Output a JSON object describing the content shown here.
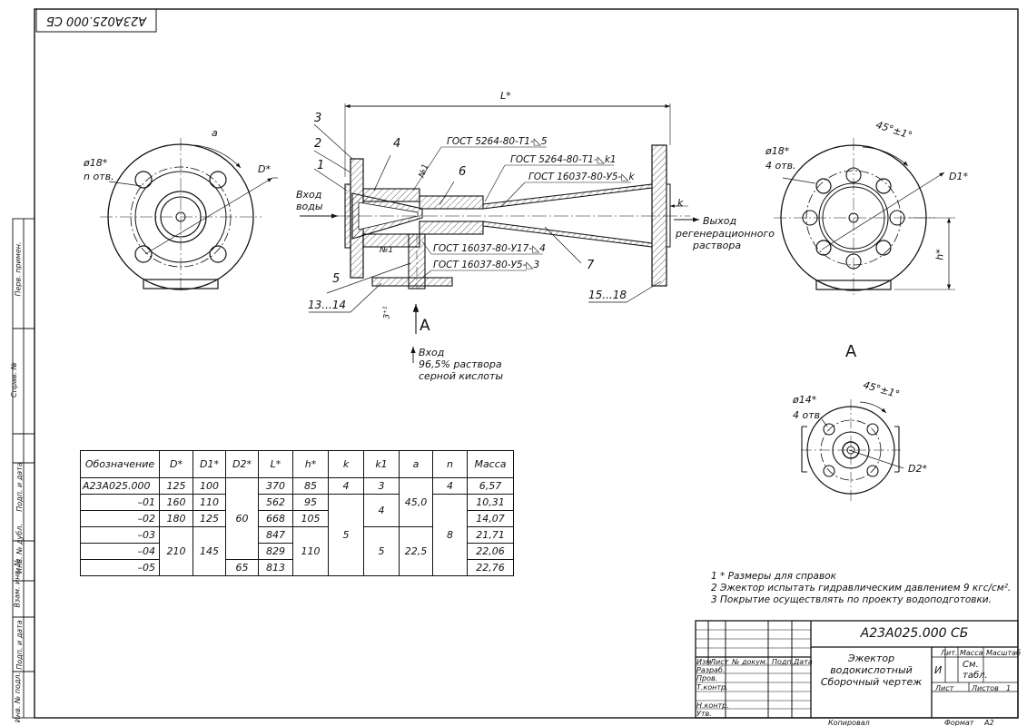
{
  "stamp_code": "А23А025.000 СБ",
  "side_labels": [
    "Перв. примен.",
    "Справ. №",
    "Подп. и дата",
    "Инв. № дубл.",
    "Взам. инв. №",
    "Подп. и дата",
    "Инв. № подл."
  ],
  "drawing": {
    "dim_L": "L*",
    "dim_a": "a",
    "dim_D": "D*",
    "dim_D1": "D1*",
    "dim_D2": "D2*",
    "dim_h": "h*",
    "dim_k": "k",
    "angle": "45°±1°",
    "angle_a": "45°±1°",
    "holes_left": [
      "ø18*",
      "n отв."
    ],
    "holes_right": [
      "ø18*",
      "4 отв."
    ],
    "holes_a": [
      "ø14*",
      "4 отв."
    ],
    "view_a_title": "A",
    "arrow_a": "A",
    "dim_3": "3⁺¹",
    "inlet_water": [
      "Вход",
      "воды"
    ],
    "outlet": [
      "Выход",
      "регенерационного",
      "раствора"
    ],
    "inlet_acid": [
      "Вход",
      "96,5% раствора",
      "серной кислоты"
    ],
    "weld_gost": [
      "ГОСТ 5264-80-Т1-◺5",
      "ГОСТ 5264-80-Т1-◺k1",
      "ГОСТ 16037-80-У5-◺k",
      "ГОСТ 16037-80-У17-◺4",
      "ГОСТ 16037-80-У5-◺3"
    ],
    "weld_no1_a": "№1",
    "weld_no1_b": "№1",
    "pos": [
      "1",
      "2",
      "3",
      "4",
      "5",
      "6",
      "7",
      "13...14",
      "15...18"
    ]
  },
  "table": {
    "headers": [
      "Обозначение",
      "D*",
      "D1*",
      "D2*",
      "L*",
      "h*",
      "k",
      "k1",
      "a",
      "n",
      "Масса"
    ],
    "designation": [
      "А23А025.000",
      "–01",
      "–02",
      "–03",
      "–04",
      "–05"
    ],
    "D": [
      "125",
      "160",
      "180",
      "210"
    ],
    "D1": [
      "100",
      "110",
      "125",
      "145"
    ],
    "D2": [
      "60",
      "65"
    ],
    "L": [
      "370",
      "562",
      "668",
      "847",
      "829",
      "813"
    ],
    "h": [
      "85",
      "95",
      "105",
      "110"
    ],
    "k": [
      "4",
      "5"
    ],
    "k1": [
      "3",
      "4",
      "5"
    ],
    "a": [
      "45,0",
      "22,5"
    ],
    "n": [
      "4",
      "8"
    ],
    "mass": [
      "6,57",
      "10,31",
      "14,07",
      "21,71",
      "22,06",
      "22,76"
    ]
  },
  "notes": [
    "1 * Размеры для справок",
    "2 Эжектор испытать гидравлическим давлением 9 кгс/см².",
    "3 Покрытие осуществлять по проекту водоподготовки."
  ],
  "title_block": {
    "code": "А23А025.000 СБ",
    "name": [
      "Эжектор",
      "водокислотный",
      "Сборочный чертеж"
    ],
    "col_heads": [
      "Изм",
      "Лист",
      "№ докум.",
      "Подп.",
      "Дата"
    ],
    "roles": [
      "Разраб.",
      "Пров.",
      "Т.контр.",
      "Н.контр.",
      "Утв."
    ],
    "lit": "Лит.",
    "mass": "Масса",
    "scale": "Масштаб",
    "lit_val": "И",
    "mass_val": [
      "См.",
      "табл."
    ],
    "sheet": "Лист",
    "sheets": "Листов",
    "sheets_val": "1",
    "copied": "Копировал",
    "format": "Формат",
    "format_val": "А2"
  }
}
